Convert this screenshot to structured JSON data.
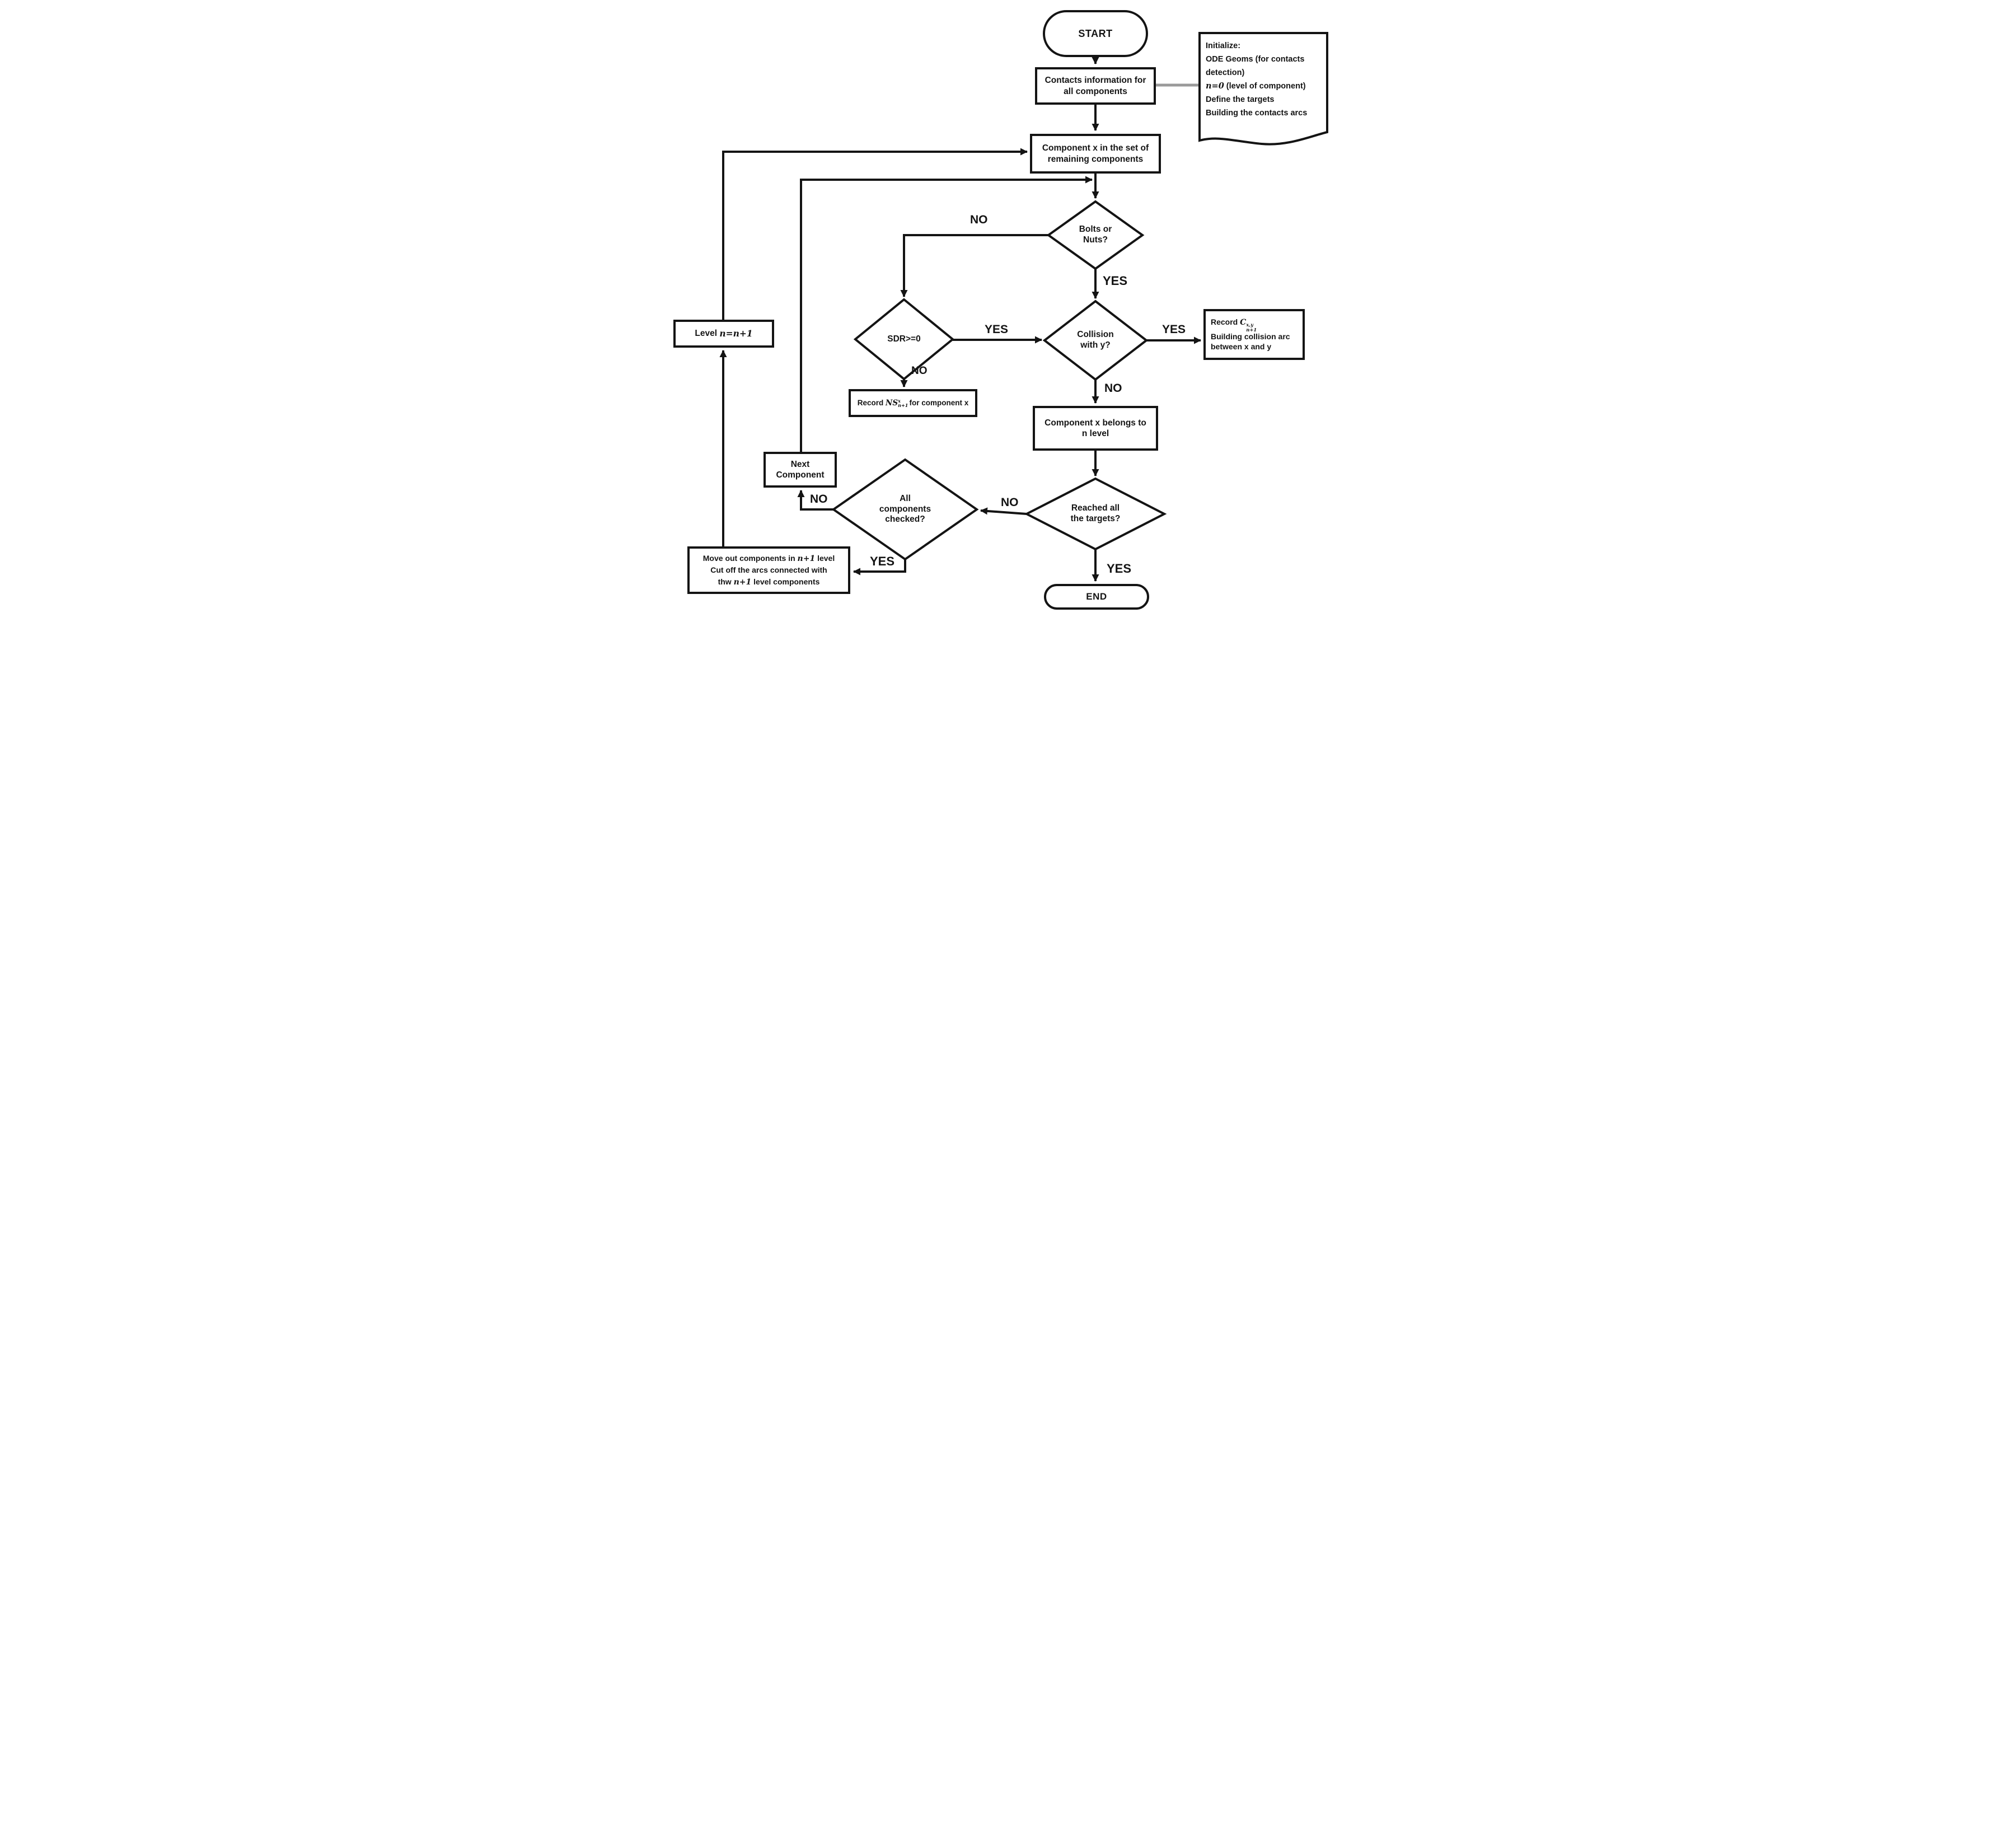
{
  "figure": {
    "background": "#ffffff",
    "line_color": "#141414",
    "gray_connector_color": "#9a9a9a",
    "node_fill": "#ffffff"
  },
  "nodes": {
    "start": {
      "label": "START"
    },
    "contacts": {
      "line1": "Contacts information for",
      "line2": "all components"
    },
    "note": {
      "line1": "Initialize:",
      "line2": "ODE Geoms (for contacts",
      "line3": "detection)",
      "line4_italic": "n=0",
      "line4_rest": " (level of component)",
      "line5": "Define the targets",
      "line6": "Building the contacts arcs"
    },
    "component_set": {
      "line1": "Component x in the set of",
      "line2": "remaining components"
    },
    "bolts": {
      "line1": "Bolts or",
      "line2": "Nuts?"
    },
    "sdr": {
      "label": "SDR>=0"
    },
    "collision": {
      "line1": "Collision",
      "line2": "with y?"
    },
    "record_c": {
      "prefix": "Record ",
      "base": "C",
      "sup": "x,y",
      "sub": "n+1",
      "line2": "Building collision arc",
      "line3": "between x and y"
    },
    "record_ns": {
      "prefix": "Record ",
      "base": "NS",
      "sup": "x",
      "sub": "n+1",
      "suffix": "for component x"
    },
    "belongs": {
      "line1": "Component x belongs to",
      "line2": "n level"
    },
    "all_checked": {
      "line1": "All",
      "line2": "components",
      "line3": "checked?"
    },
    "reached": {
      "line1": "Reached all",
      "line2": "the targets?"
    },
    "next_component": {
      "line1": "Next",
      "line2": "Component"
    },
    "level": {
      "prefix": "Level ",
      "expr": "n=n+1"
    },
    "move_out": {
      "line1_pre": "Move out components in ",
      "line1_italic": "n+1",
      "line1_post": " level",
      "line2": "Cut off the arcs connected with",
      "line3_pre": "thw ",
      "line3_italic": "n+1",
      "line3_post": " level components"
    },
    "end": {
      "label": "END"
    }
  },
  "edge_labels": {
    "bolts_no": "NO",
    "bolts_yes": "YES",
    "sdr_yes": "YES",
    "sdr_no": "NO",
    "collision_yes": "YES",
    "collision_no": "NO",
    "reached_no": "NO",
    "reached_yes": "YES",
    "all_checked_no": "NO",
    "all_checked_yes": "YES"
  }
}
